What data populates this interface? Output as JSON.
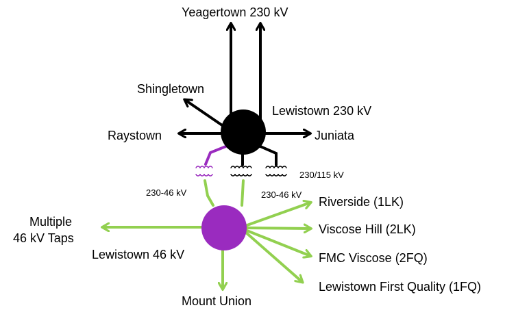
{
  "colors": {
    "hv_line": "#000000",
    "hv_bus": "#000000",
    "lv_bus": "#9a2bbf",
    "lv_line": "#92d050",
    "xfmr_purple": "#9a2bbf",
    "xfmr_black": "#000000"
  },
  "labels": {
    "yeagertown": "Yeagertown 230 kV",
    "shingletown": "Shingletown",
    "raystown": "Raystown",
    "lewistown_230": "Lewistown 230 kV",
    "juniata": "Juniata",
    "xfmr_230_115": "230/115 kV",
    "xfmr_230_46_left": "230-46 kV",
    "xfmr_230_46_right": "230-46 kV",
    "multiple_line1": "Multiple",
    "multiple_line2": "46 kV Taps",
    "lewistown_46": "Lewistown 46 kV",
    "mount_union": "Mount Union",
    "riverside": "Riverside (1LK)",
    "viscose_hill": "Viscose Hill (2LK)",
    "fmc_viscose": "FMC Viscose (2FQ)",
    "lewistown_first_quality": "Lewistown First Quality (1FQ)"
  }
}
